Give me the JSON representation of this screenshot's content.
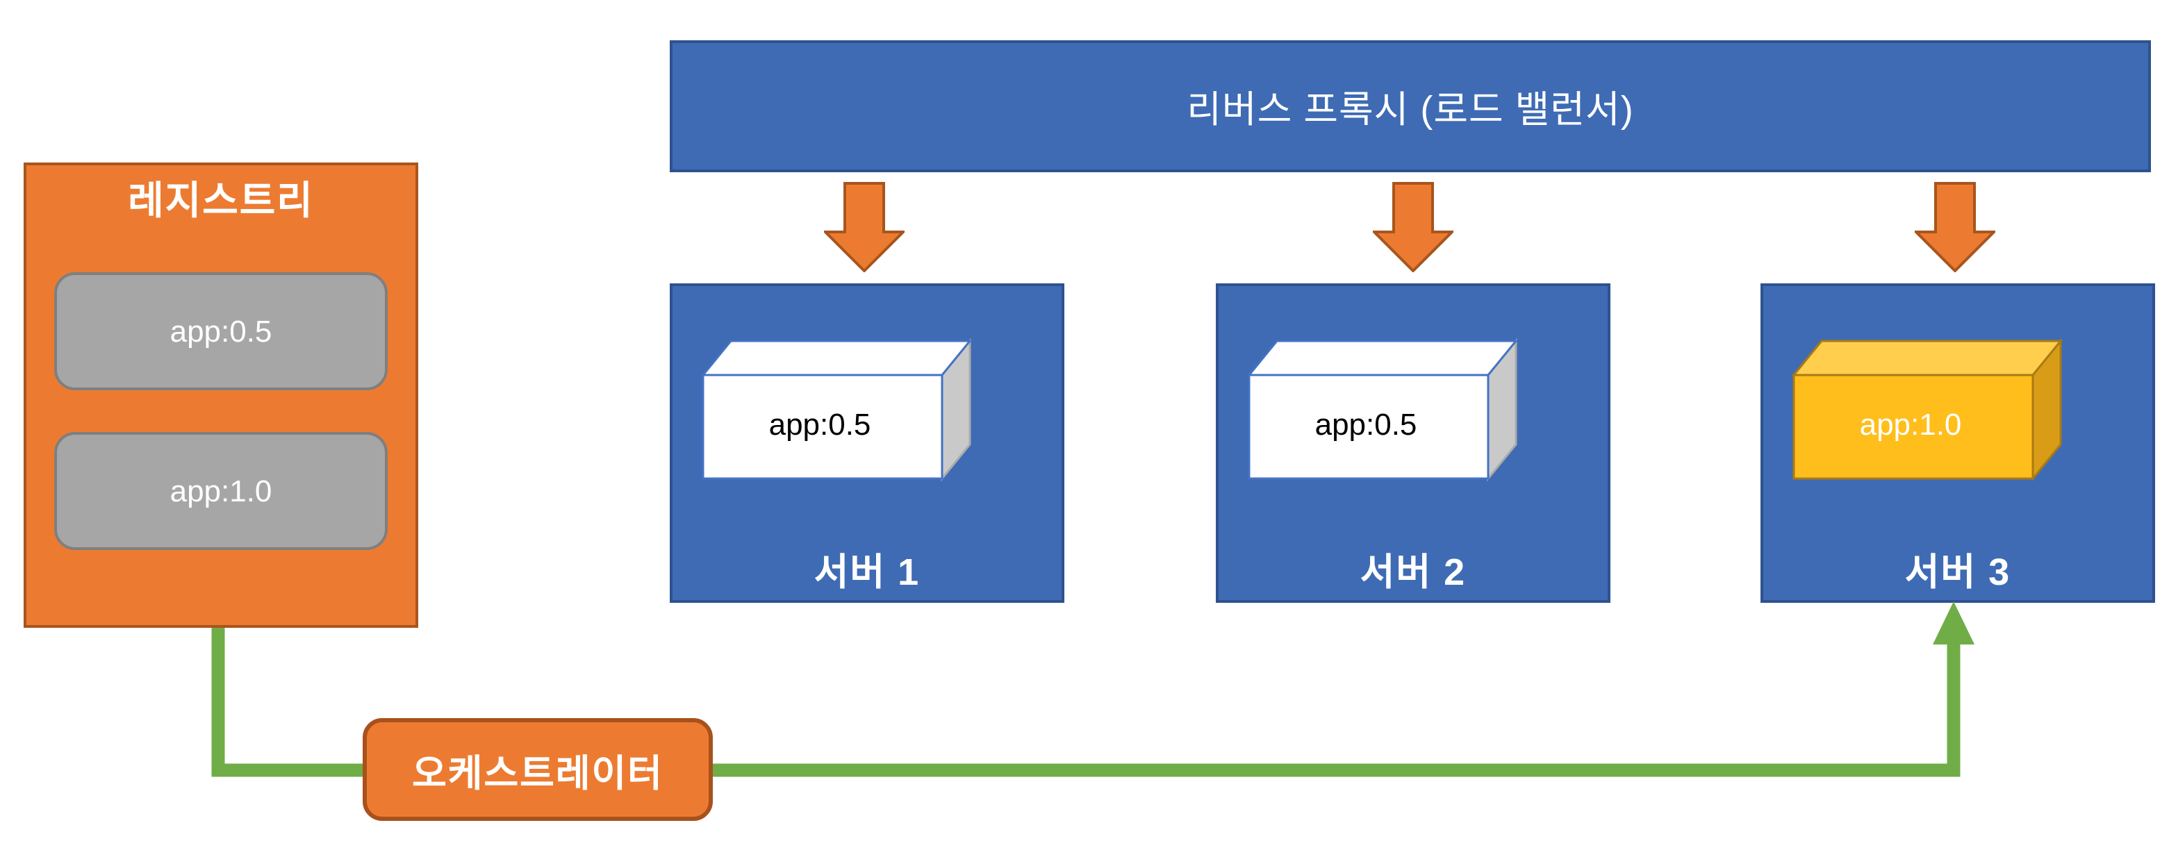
{
  "diagram": {
    "registry": {
      "title": "레지스트리",
      "images": [
        {
          "label": "app:0.5"
        },
        {
          "label": "app:1.0"
        }
      ]
    },
    "proxy": {
      "label": "리버스 프록시 (로드 밸런서)"
    },
    "servers": [
      {
        "name": "서버 1",
        "container": {
          "label": "app:0.5",
          "variant": "white"
        }
      },
      {
        "name": "서버 2",
        "container": {
          "label": "app:0.5",
          "variant": "white"
        }
      },
      {
        "name": "서버 3",
        "container": {
          "label": "app:1.0",
          "variant": "yellow"
        }
      }
    ],
    "orchestrator": {
      "label": "오케스트레이터"
    },
    "colors": {
      "orange_fill": "#EC7B31",
      "orange_border": "#A8551D",
      "blue_fill": "#3E6BB4",
      "blue_border": "#2F528F",
      "gray_fill": "#A6A6A6",
      "gray_border": "#7F7F7F",
      "yellow_front": "#FFBE1C",
      "yellow_top": "#FFCE4D",
      "yellow_side": "#D99C17",
      "green_connector": "#70AD47",
      "white": "#FFFFFF"
    }
  }
}
